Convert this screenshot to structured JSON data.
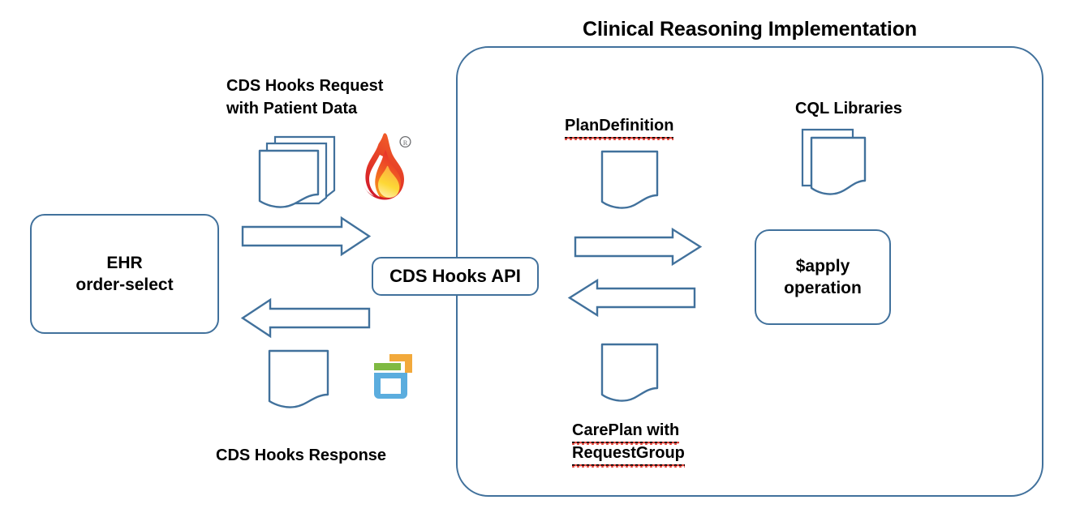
{
  "diagram": {
    "title": "Clinical Reasoning Implementation",
    "accent_color": "#41719C",
    "text_color": "#000000",
    "background": "#ffffff",
    "spellcheck_underline_color": "#E8453C"
  },
  "left": {
    "ehr_box_line1": "EHR",
    "ehr_box_line2": "order-select",
    "request_label_line1": "CDS Hooks Request",
    "request_label_line2": "with Patient Data",
    "response_label": "CDS Hooks Response",
    "fhir_icon_name": "fhir-flame-logo",
    "fhir_registered_mark": "®",
    "cdshooks_icon_name": "cds-hooks-logo"
  },
  "center": {
    "api_label": "CDS Hooks API"
  },
  "right": {
    "plandefinition_label": "PlanDefinition",
    "cql_label": "CQL Libraries",
    "apply_box_line1": "$apply",
    "apply_box_line2": "operation",
    "careplan_label_line1": "CarePlan with",
    "careplan_label_line2": "RequestGroup"
  },
  "arrows": [
    {
      "name": "arrow-ehr-to-api",
      "direction": "right"
    },
    {
      "name": "arrow-api-to-ehr",
      "direction": "left"
    },
    {
      "name": "arrow-api-to-apply",
      "direction": "right"
    },
    {
      "name": "arrow-apply-to-api",
      "direction": "left"
    }
  ]
}
